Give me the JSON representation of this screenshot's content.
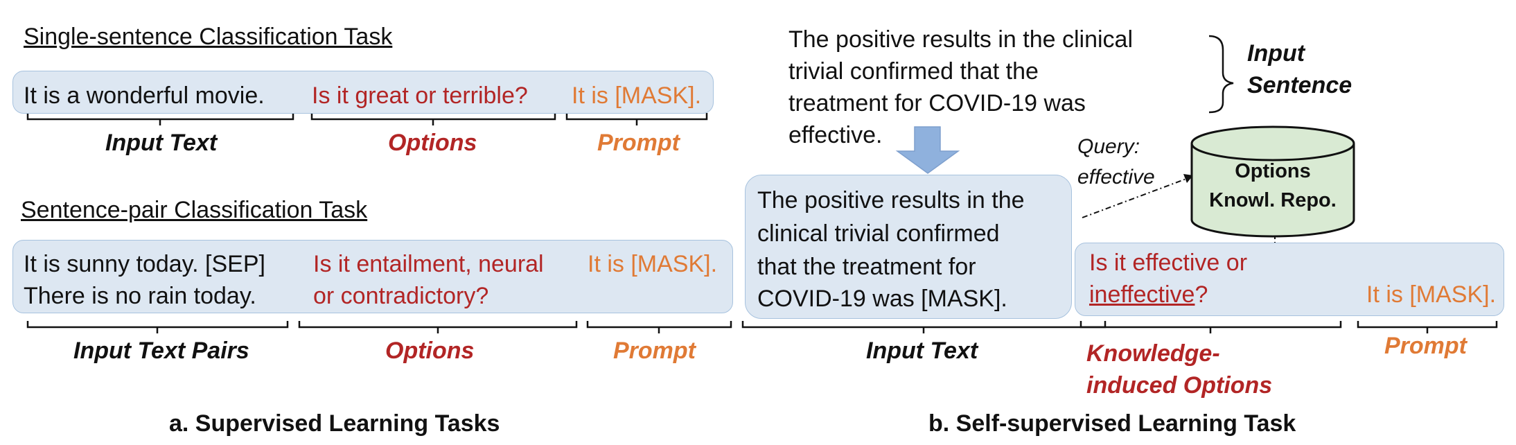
{
  "left": {
    "single": {
      "title": "Single-sentence Classification Task",
      "input": "It is a wonderful movie.",
      "options": "Is it great or terrible?",
      "prompt": "It is [MASK].",
      "labels": {
        "input": "Input Text",
        "options": "Options",
        "prompt": "Prompt"
      }
    },
    "pair": {
      "title": "Sentence-pair Classification Task",
      "input_line1": "It is sunny today. [SEP]",
      "input_line2": "There is no rain today.",
      "options_line1": "Is it entailment, neural",
      "options_line2": "or contradictory?",
      "prompt": "It is [MASK].",
      "labels": {
        "input": "Input Text Pairs",
        "options": "Options",
        "prompt": "Prompt"
      }
    },
    "caption": "a. Supervised Learning Tasks"
  },
  "right": {
    "sentence_lines": [
      "The positive results in the clinical",
      "trivial confirmed that the",
      "treatment for COVID-19 was",
      "effective."
    ],
    "input_sentence_label_1": "Input",
    "input_sentence_label_2": "Sentence",
    "query_line1": "Query:",
    "query_line2": "effective",
    "repo_line1": "Options",
    "repo_line2": "Knowl. Repo.",
    "masked_lines": [
      "The positive results in the",
      "clinical trivial confirmed",
      "that the treatment for",
      "COVID-19 was [MASK]."
    ],
    "options_line1": "Is it effective or",
    "options_line2_word": "ineffective",
    "options_line2_tail": "?",
    "prompt": "It is [MASK].",
    "labels": {
      "input": "Input Text",
      "options_line1": "Knowledge-",
      "options_line2": "induced Options",
      "prompt": "Prompt"
    },
    "caption": "b. Self-supervised Learning Task"
  },
  "colors": {
    "box_fill": "#dde7f2",
    "box_border": "#a7c2de",
    "options_red": "#b22525",
    "prompt_orange": "#e07a35",
    "arrow_blue": "#8fb1dd",
    "cylinder_fill": "#d9ead3"
  }
}
